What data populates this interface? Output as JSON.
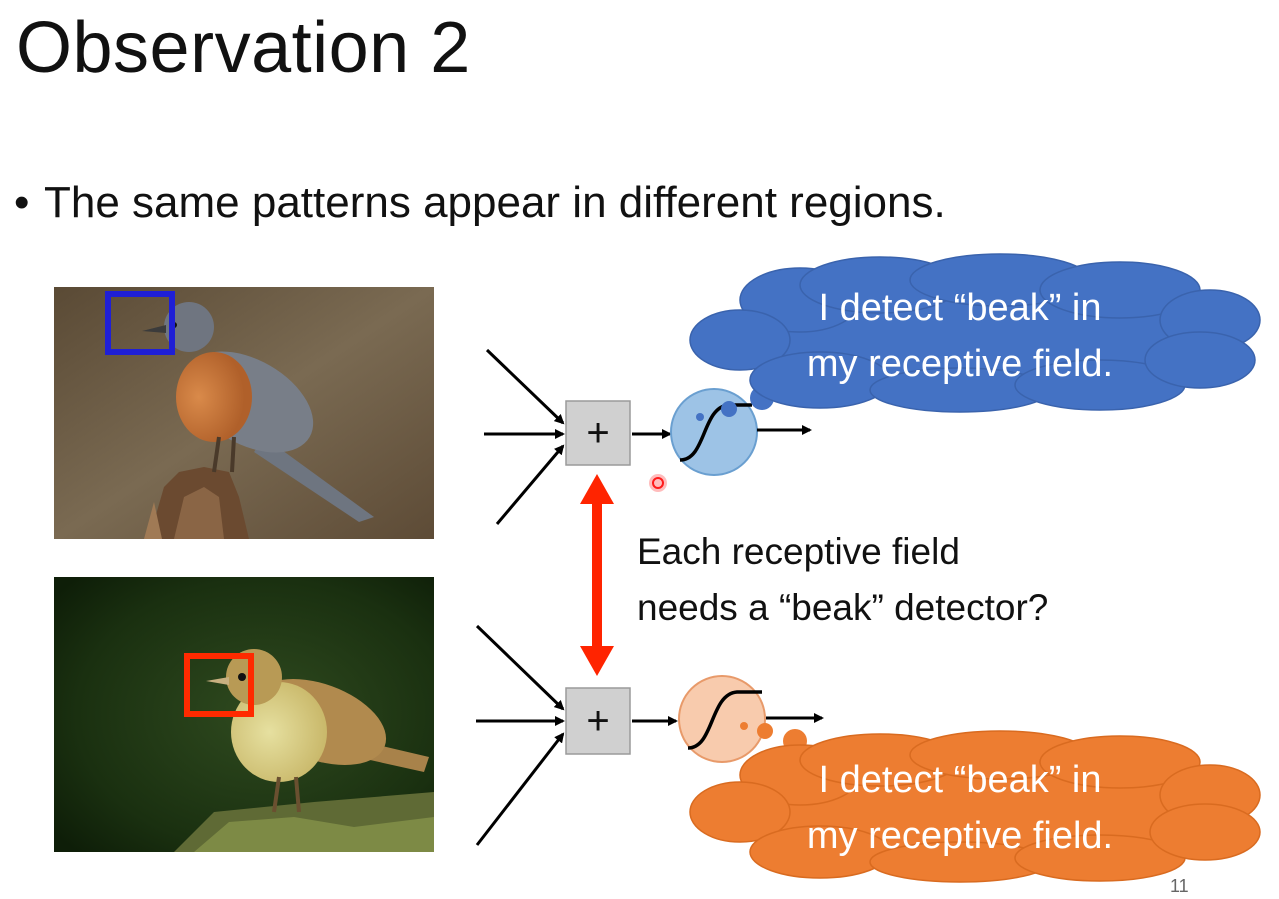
{
  "slide": {
    "title": "Observation 2",
    "bullet": "The same patterns appear in different regions.",
    "question_line1": "Each receptive field",
    "question_line2": "needs a “beak” detector?",
    "page_number": "11"
  },
  "neurons": [
    {
      "name": "top",
      "sum_symbol": "+",
      "thought_line1": "I detect “beak” in",
      "thought_line2": "my receptive field.",
      "cloud_color": "#4472c4",
      "activation_color": "#9dc3e6",
      "box_color": "#1f1fd6"
    },
    {
      "name": "bottom",
      "sum_symbol": "+",
      "thought_line1": "I detect “beak” in",
      "thought_line2": "my receptive field.",
      "cloud_color": "#ed7d31",
      "activation_color": "#f8cbad",
      "box_color": "#ff2a00"
    }
  ],
  "colors": {
    "double_arrow": "#ff2400",
    "sum_box": "#d0d0d0"
  },
  "icons": [
    "cursor-dot-icon"
  ]
}
